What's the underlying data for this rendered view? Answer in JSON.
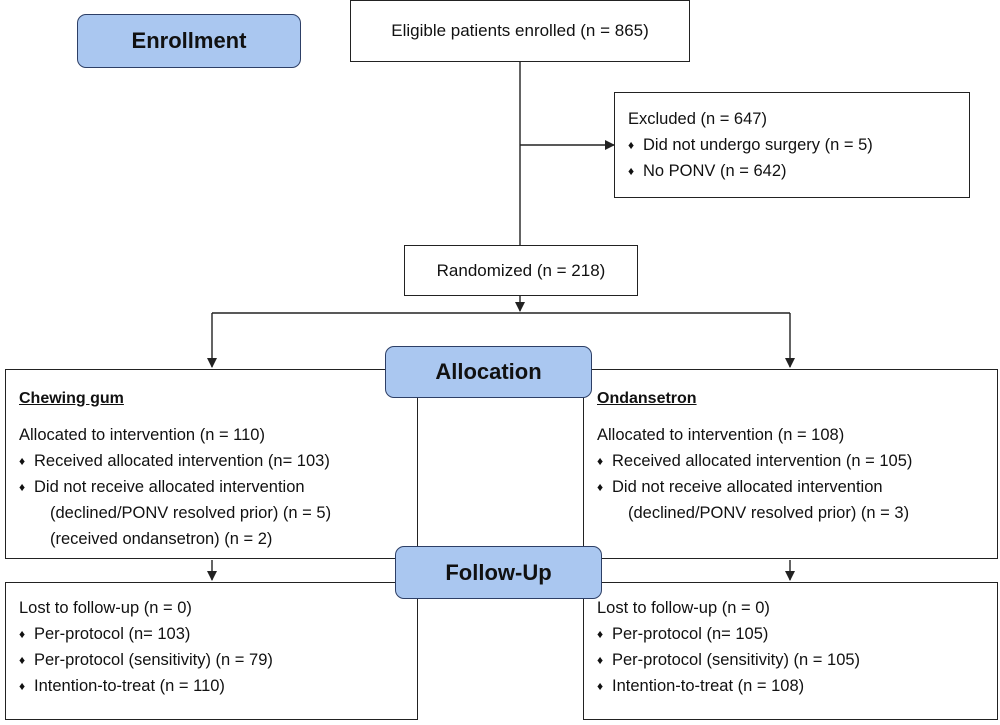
{
  "colors": {
    "stage_fill": "#aac7f0",
    "stage_border": "#2d3f66",
    "line": "#222222"
  },
  "stages": {
    "enrollment": "Enrollment",
    "allocation": "Allocation",
    "followup": "Follow-Up"
  },
  "enrolled": {
    "label": "Eligible patients enrolled (n = 865)"
  },
  "excluded": {
    "title": "Excluded (n = 647)",
    "items": [
      "Did not undergo surgery (n = 5)",
      "No PONV (n = 642)"
    ]
  },
  "randomized": {
    "label": "Randomized (n = 218)"
  },
  "left_allocation": {
    "heading": "Chewing gum",
    "allocated": "Allocated to intervention (n = 110)",
    "received": "Received allocated intervention (n= 103)",
    "not_received": "Did not receive allocated intervention",
    "reason_1": "(declined/PONV resolved prior) (n = 5)",
    "reason_2": "(received ondansetron) (n = 2)"
  },
  "right_allocation": {
    "heading": "Ondansetron",
    "allocated": "Allocated to intervention (n = 108)",
    "received": "Received allocated intervention (n = 105)",
    "not_received": "Did not receive allocated intervention",
    "reason_1": "(declined/PONV resolved prior) (n = 3)"
  },
  "left_followup": {
    "lost": "Lost to follow-up (n = 0)",
    "items": [
      "Per-protocol (n= 103)",
      "Per-protocol (sensitivity) (n = 79)",
      "Intention-to-treat (n = 110)"
    ]
  },
  "right_followup": {
    "lost": "Lost to follow-up (n = 0)",
    "items": [
      "Per-protocol (n= 105)",
      "Per-protocol (sensitivity) (n = 105)",
      "Intention-to-treat (n = 108)"
    ]
  }
}
